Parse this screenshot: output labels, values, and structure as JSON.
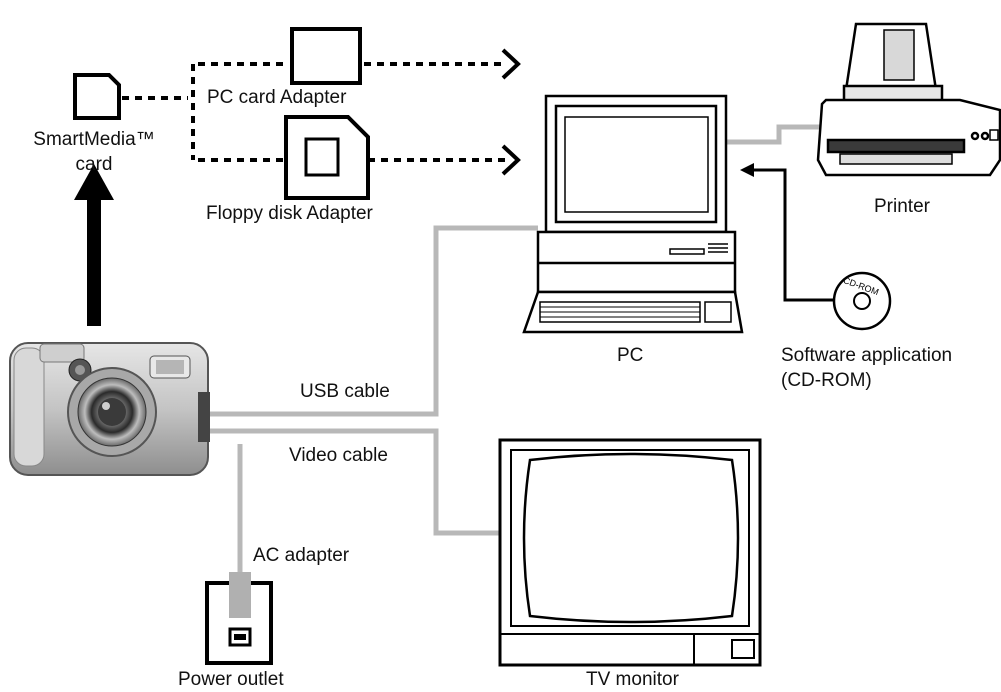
{
  "labels": {
    "smartmedia": "SmartMedia™",
    "smartmedia_card": "card",
    "pc_card_adapter": "PC card Adapter",
    "floppy_adapter": "Floppy disk Adapter",
    "printer": "Printer",
    "pc": "PC",
    "software_line1": "Software application",
    "software_line2": "(CD-ROM)",
    "cd_rom_text": "CD-ROM",
    "usb_cable": "USB cable",
    "video_cable": "Video cable",
    "ac_adapter": "AC adapter",
    "power_outlet": "Power outlet",
    "tv_monitor": "TV monitor"
  },
  "colors": {
    "cable": "#b8b8b8",
    "ink": "#000000",
    "adapter_plug": "#b0b0b0"
  }
}
